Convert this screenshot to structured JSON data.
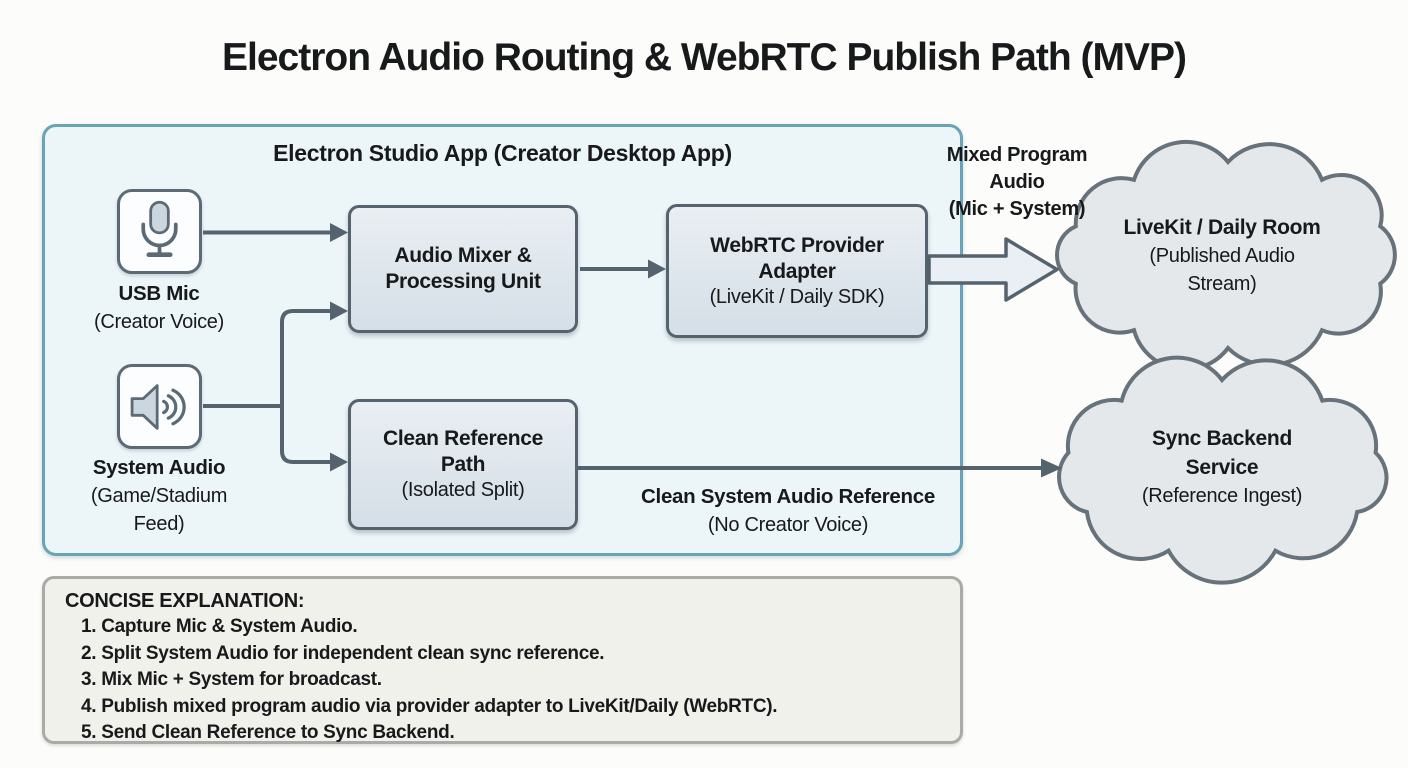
{
  "title": "Electron Audio Routing & WebRTC Publish Path (MVP)",
  "studio": {
    "label": "Electron Studio App (Creator Desktop App)",
    "usb_mic": {
      "name": "USB Mic",
      "detail": "(Creator Voice)",
      "icon": "microphone-icon"
    },
    "system_audio": {
      "name": "System Audio",
      "detail": "(Game/Stadium Feed)",
      "icon": "speaker-icon"
    },
    "mixer": {
      "line1": "Audio Mixer &",
      "line2": "Processing Unit"
    },
    "webrtc_adapter": {
      "line1": "WebRTC Provider",
      "line2": "Adapter",
      "detail": "(LiveKit / Daily SDK)"
    },
    "clean_reference": {
      "line1": "Clean Reference",
      "line2": "Path",
      "detail": "(Isolated Split)"
    },
    "clean_output_label": {
      "name": "Clean System Audio Reference",
      "detail": "(No Creator Voice)"
    }
  },
  "mixed_program_label": {
    "name": "Mixed Program Audio",
    "detail": "(Mic + System)"
  },
  "clouds": {
    "livekit_room": {
      "name": "LiveKit / Daily Room",
      "detail": "(Published Audio Stream)"
    },
    "sync_backend": {
      "name": "Sync Backend Service",
      "detail": "(Reference Ingest)"
    }
  },
  "explanation": {
    "heading": "CONCISE EXPLANATION:",
    "items": [
      "1. Capture Mic & System Audio.",
      "2. Split System Audio for independent clean sync reference.",
      "3. Mix Mic + System for broadcast.",
      "4. Publish mixed program audio via provider adapter to LiveKit/Daily (WebRTC).",
      "5. Send Clean Reference to Sync Backend."
    ]
  },
  "colors": {
    "container_fill": "#ecf5f8",
    "container_border": "#68a4b6",
    "node_fill_top": "#e9eef3",
    "node_fill_bottom": "#d5dfe7",
    "node_border": "#55636e",
    "connector": "#55636e",
    "block_arrow_fill": "#e9eff4",
    "cloud_fill": "#e4e8eb",
    "cloud_border": "#68727b",
    "explanation_fill": "#f1f1ec",
    "explanation_border": "#a8aba6",
    "text": "#17191b"
  }
}
